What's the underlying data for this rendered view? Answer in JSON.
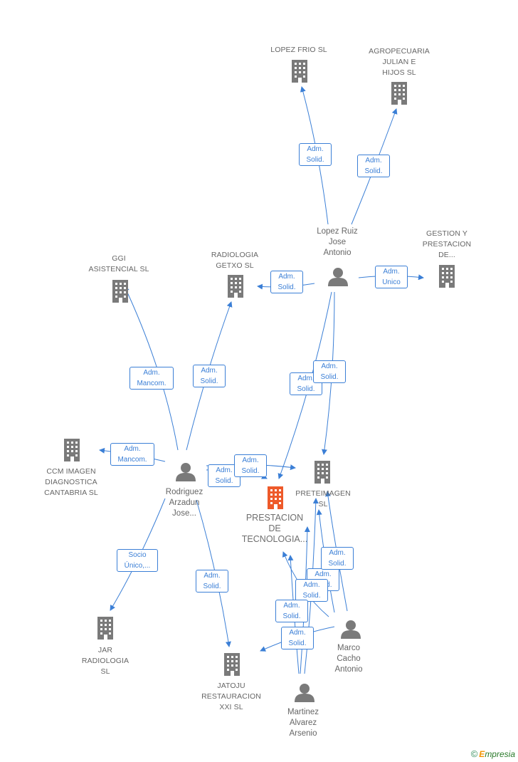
{
  "colors": {
    "edge": "#3b7fd6",
    "node": "#7a7a7a",
    "main_company": "#ee5a2a"
  },
  "companies": {
    "lopez_frio": [
      "LOPEZ FRIO SL"
    ],
    "agropecuaria": [
      "AGROPECUARIA",
      "JULIAN E",
      "HIJOS SL"
    ],
    "gestion": [
      "GESTION Y",
      "PRESTACION",
      "DE..."
    ],
    "ggi": [
      "GGI",
      "ASISTENCIAL SL"
    ],
    "radiologia_getxo": [
      "RADIOLOGIA",
      "GETXO  SL"
    ],
    "ccm": [
      "CCM IMAGEN",
      "DIAGNOSTICA",
      "CANTABRIA  SL"
    ],
    "preteimagen": [
      "PRETEIMAGEN",
      "SL"
    ],
    "prestacion_main": [
      "PRESTACION",
      "DE",
      "TECNOLOGIA..."
    ],
    "jar": [
      "JAR",
      "RADIOLOGIA",
      "SL"
    ],
    "jatoju": [
      "JATOJU",
      "RESTAURACION",
      "XXI SL"
    ]
  },
  "people": {
    "lopez_ruiz": [
      "Lopez Ruiz",
      "Jose",
      "Antonio"
    ],
    "rodriguez": [
      "Rodriguez",
      "Arzadun",
      "Jose..."
    ],
    "marco": [
      "Marco",
      "Cacho",
      "Antonio"
    ],
    "martinez": [
      "Martinez",
      "Alvarez",
      "Arsenio"
    ]
  },
  "edge_labels": [
    [
      "Adm.",
      "Solid."
    ],
    [
      "Adm.",
      "Solid."
    ],
    [
      "Adm.",
      "Solid."
    ],
    [
      "Adm.",
      "Unico"
    ],
    [
      "Adm.",
      "Solid."
    ],
    [
      "Adm.",
      "Solid."
    ],
    [
      "Adm.",
      "Mancom."
    ],
    [
      "Adm.",
      "Solid."
    ],
    [
      "Adm.",
      "Mancom."
    ],
    [
      "Adm.",
      "Solid."
    ],
    [
      "Adm.",
      "Solid."
    ],
    [
      "Socio",
      "Único,..."
    ],
    [
      "Adm.",
      "Solid."
    ],
    [
      "Adm.",
      "Solid."
    ],
    [
      "Adm.",
      "Solid."
    ],
    [
      "Adm.",
      "Solid."
    ],
    [
      "Adm.",
      "Solid."
    ],
    [
      "Adm.",
      "Solid."
    ]
  ],
  "brand": {
    "copyright": "©",
    "first_letter": "E",
    "rest": "mpresia"
  }
}
